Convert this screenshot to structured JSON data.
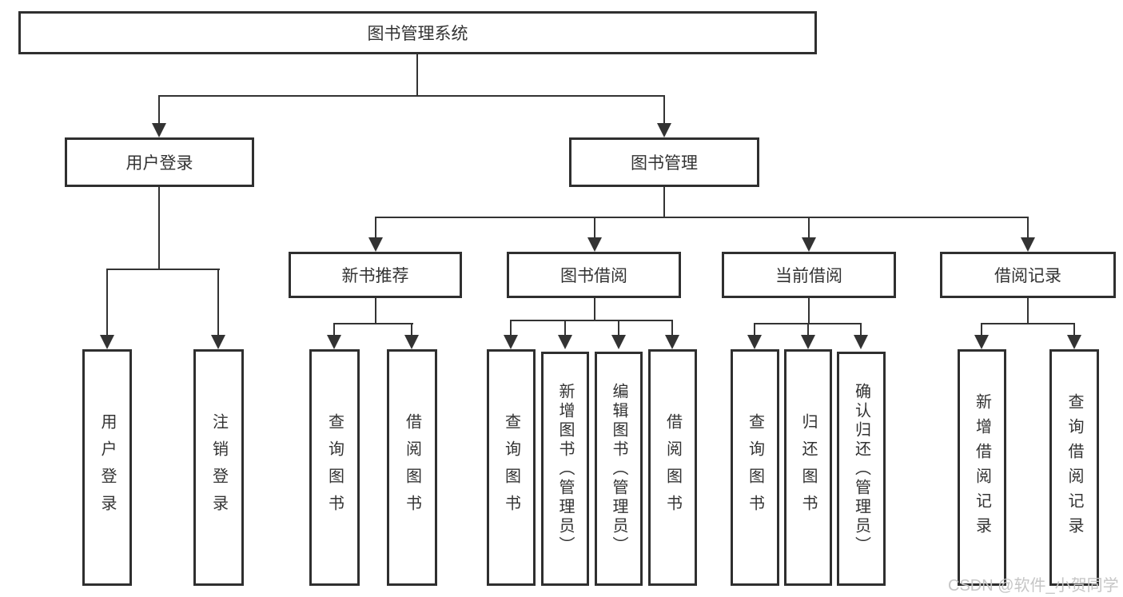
{
  "diagram": {
    "root": {
      "label": "图书管理系统"
    },
    "branches": [
      {
        "label": "用户登录",
        "children": [
          {
            "label": "用户登录"
          },
          {
            "label": "注销登录"
          }
        ]
      },
      {
        "label": "图书管理",
        "children": [
          {
            "label": "新书推荐",
            "children": [
              {
                "label": "查询图书"
              },
              {
                "label": "借阅图书"
              }
            ]
          },
          {
            "label": "图书借阅",
            "children": [
              {
                "label": "查询图书"
              },
              {
                "label": "新增图书（管理员）"
              },
              {
                "label": "编辑图书（管理员）"
              },
              {
                "label": "借阅图书"
              }
            ]
          },
          {
            "label": "当前借阅",
            "children": [
              {
                "label": "查询图书"
              },
              {
                "label": "归还图书"
              },
              {
                "label": "确认归还（管理员）"
              }
            ]
          },
          {
            "label": "借阅记录",
            "children": [
              {
                "label": "新增借阅记录"
              },
              {
                "label": "查询借阅记录"
              }
            ]
          }
        ]
      }
    ]
  },
  "watermark": {
    "text": "CSDN @软件_小贺同学"
  },
  "colors": {
    "line": "#333333",
    "box_border": "#2f2f2f",
    "text": "#333333",
    "watermark": "#c6c6c6",
    "background": "#ffffff"
  }
}
